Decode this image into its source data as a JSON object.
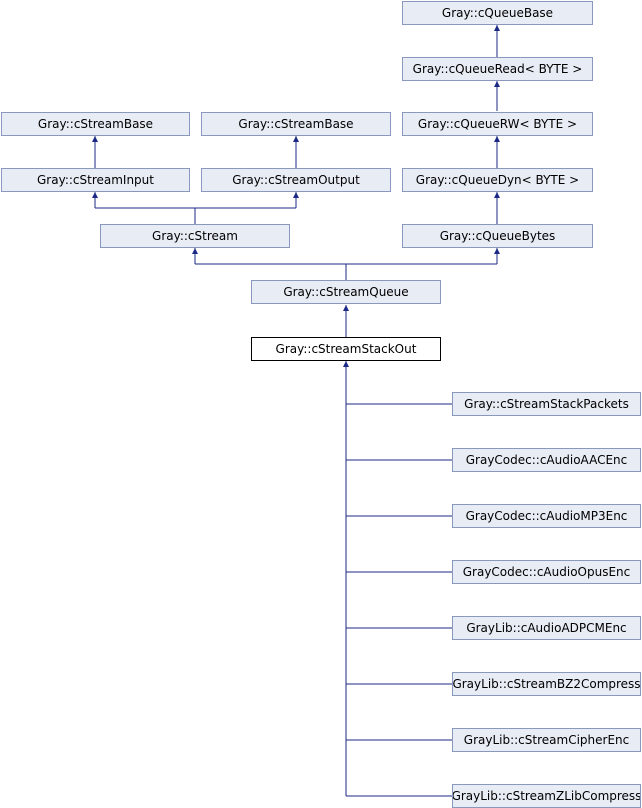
{
  "colors": {
    "node_fill": "#e8ecf5",
    "node_border": "#8a98bd",
    "current_border": "#000000",
    "edge": "#1b2a86"
  },
  "nodes": {
    "queue_base": "Gray::cQueueBase",
    "queue_read": "Gray::cQueueRead< BYTE >",
    "queue_rw": "Gray::cQueueRW< BYTE >",
    "queue_dyn": "Gray::cQueueDyn< BYTE >",
    "queue_bytes": "Gray::cQueueBytes",
    "stream_base_1": "Gray::cStreamBase",
    "stream_base_2": "Gray::cStreamBase",
    "stream_input": "Gray::cStreamInput",
    "stream_output": "Gray::cStreamOutput",
    "stream": "Gray::cStream",
    "stream_queue": "Gray::cStreamQueue",
    "stream_stack_out": "Gray::cStreamStackOut",
    "stack_packets": "Gray::cStreamStackPackets",
    "aac_enc": "GrayCodec::cAudioAACEnc",
    "mp3_enc": "GrayCodec::cAudioMP3Enc",
    "opus_enc": "GrayCodec::cAudioOpusEnc",
    "adpcm_enc": "GrayLib::cAudioADPCMEnc",
    "bz2_compress": "GrayLib::cStreamBZ2Compress",
    "cipher_enc": "GrayLib::cStreamCipherEnc",
    "zlib_compress": "GrayLib::cStreamZLibCompress"
  }
}
